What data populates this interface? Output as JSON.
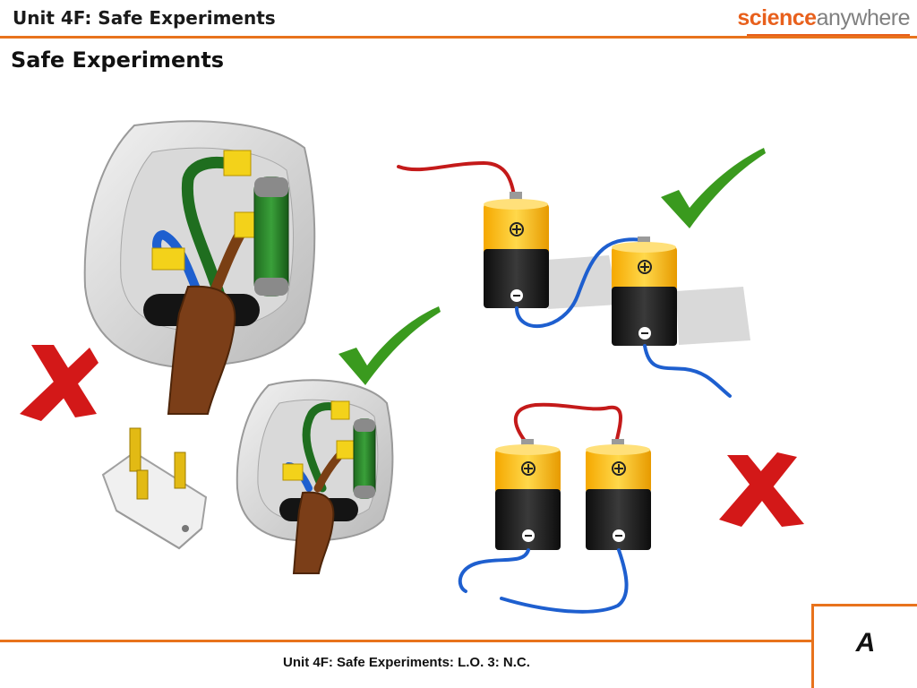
{
  "header": {
    "title": "Unit 4F: Safe Experiments",
    "logo_science": "science",
    "logo_anywhere": "anywhere"
  },
  "slide": {
    "title": "Safe Experiments"
  },
  "footer": {
    "text": "Unit 4F: Safe Experiments: L.O. 3: N.C.",
    "corner_letter": "A"
  },
  "illustrations": {
    "incorrect_plug": "cross-mark-icon",
    "correct_plug": "check-mark-icon",
    "correct_battery_circuit": "check-mark-icon",
    "incorrect_battery_circuit": "cross-mark-icon"
  },
  "colors": {
    "accent": "#e8731c",
    "check": "#3a9a1e",
    "cross": "#d31818",
    "battery_top": "#f6b500",
    "battery_bottom": "#151515"
  }
}
